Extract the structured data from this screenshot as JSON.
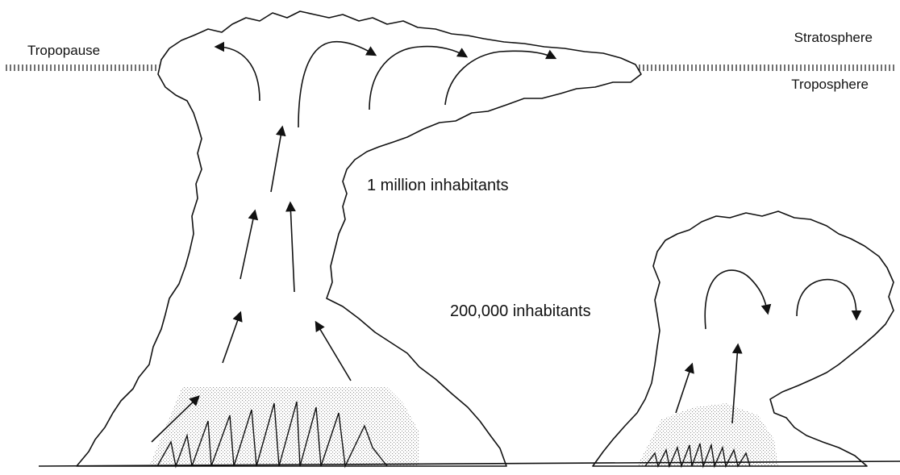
{
  "labels": {
    "tropopause": "Tropopause",
    "stratosphere": "Stratosphere",
    "troposphere": "Troposphere",
    "large_city": "1 million inhabitants",
    "small_city": "200,000 inhabitants"
  },
  "colors": {
    "stroke": "#111111",
    "stipple": "#8a8a8a",
    "background": "#ffffff"
  }
}
